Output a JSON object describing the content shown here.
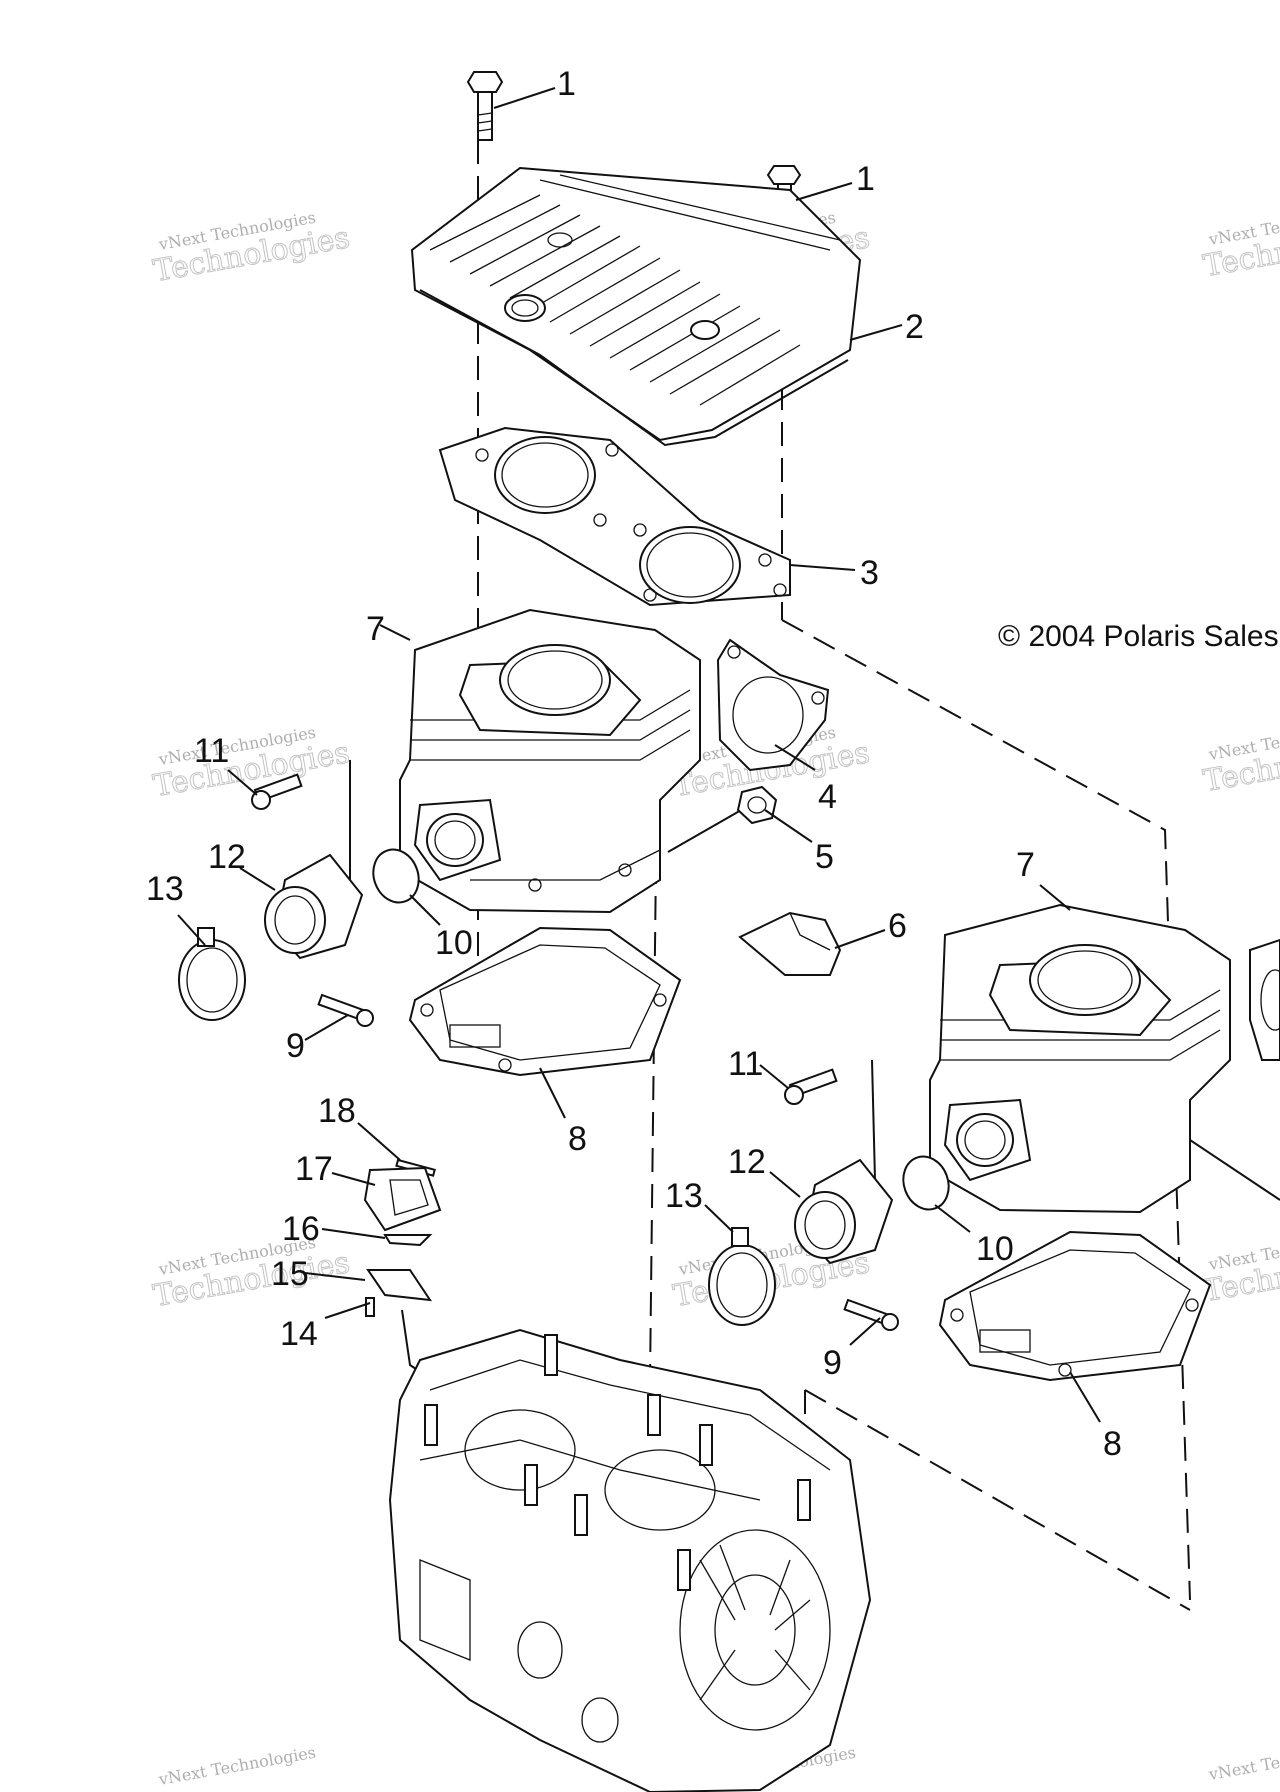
{
  "diagram": {
    "copyright": "© 2004 Polaris Sales",
    "watermark_line1": "vNext Technologies",
    "watermark_line2": "Technologies",
    "callouts": [
      "1",
      "1",
      "2",
      "3",
      "4",
      "5",
      "6",
      "7",
      "7",
      "8",
      "8",
      "9",
      "9",
      "10",
      "10",
      "11",
      "11",
      "12",
      "12",
      "13",
      "13",
      "14",
      "15",
      "16",
      "17",
      "18"
    ]
  }
}
